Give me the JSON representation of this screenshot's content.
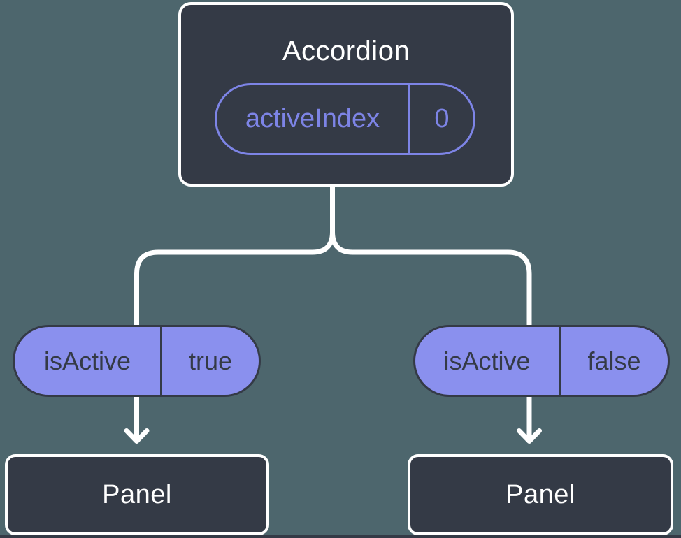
{
  "diagram": {
    "description": "React component tree showing lifted state: Accordion parent passes isActive props to two Panel children",
    "colors": {
      "background": "#4D666D",
      "node_fill": "#343A46",
      "node_border": "#FFFFFF",
      "state_pill_outline": "#7D84E6",
      "prop_pill_fill": "#8A90EE",
      "prop_pill_border": "#343A46",
      "connector": "#FFFFFF"
    },
    "root": {
      "title": "Accordion",
      "state": {
        "name": "activeIndex",
        "value": "0"
      }
    },
    "children": [
      {
        "prop": {
          "name": "isActive",
          "value": "true"
        },
        "node": {
          "title": "Panel"
        }
      },
      {
        "prop": {
          "name": "isActive",
          "value": "false"
        },
        "node": {
          "title": "Panel"
        }
      }
    ]
  }
}
